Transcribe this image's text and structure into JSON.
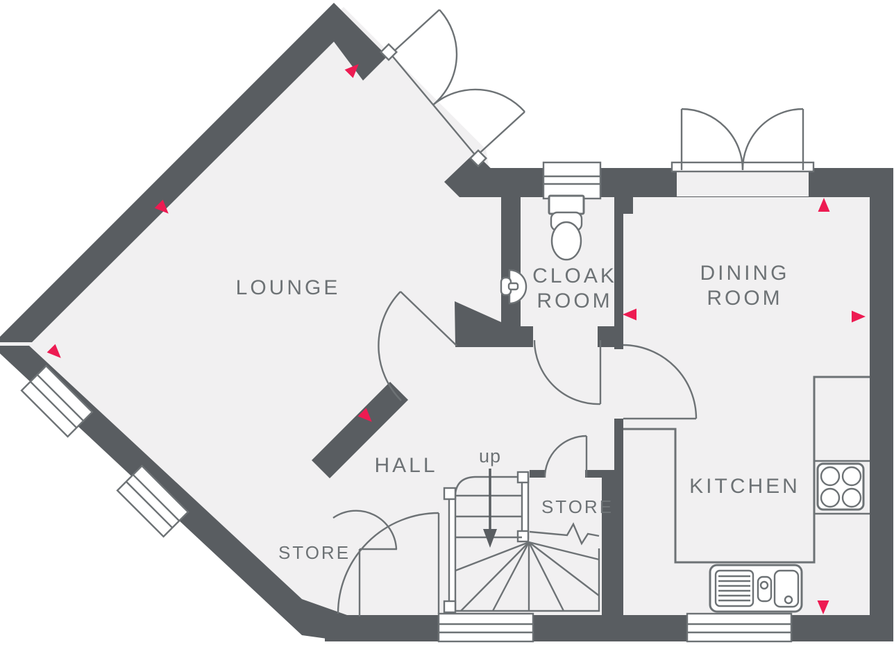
{
  "page": {
    "type": "architectural-floor-plan",
    "level": "ground-floor"
  },
  "rooms": {
    "lounge": "LOUNGE",
    "cloakroom_line1": "CLOAK",
    "cloakroom_line2": "ROOM",
    "dining_line1": "DINING",
    "dining_line2": "ROOM",
    "kitchen": "KITCHEN",
    "hall": "HALL",
    "store_hall": "STORE",
    "store_understairs": "STORE",
    "stairs_direction": "up"
  },
  "colors": {
    "wall": "#595d61",
    "floor": "#f1f0f1",
    "outline": "#6d7275",
    "marker": "#ed1b52",
    "background": "#ffffff"
  },
  "fixtures": [
    "toilet-icon",
    "basin-icon",
    "hob-icon",
    "sink-drainer-icon",
    "staircase",
    "windows",
    "door-swings"
  ],
  "markers": {
    "count": 8,
    "shape": "triangle"
  }
}
